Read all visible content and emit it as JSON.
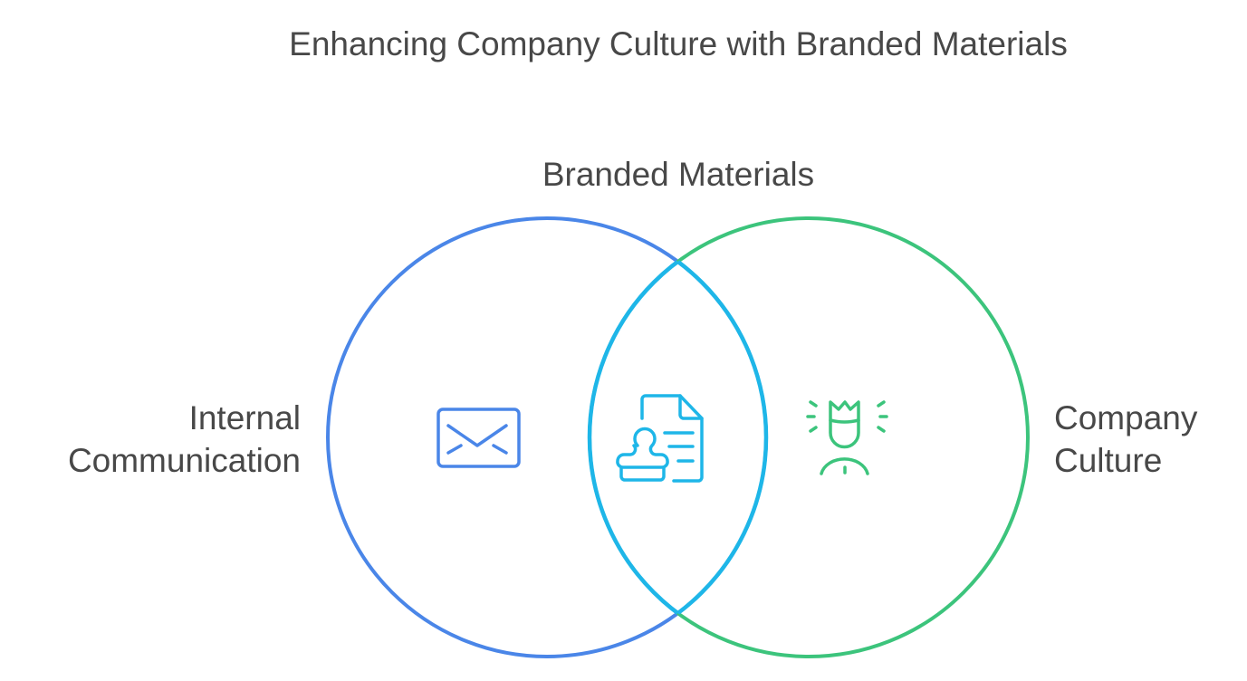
{
  "title": "Enhancing Company Culture with Branded Materials",
  "sets": {
    "left": {
      "label": "Internal\nCommunication",
      "icon": "envelope-icon",
      "color": "#4a86e8"
    },
    "intersection": {
      "label": "Branded Materials",
      "icon": "stamped-document-icon",
      "color": "#1eb6e8"
    },
    "right": {
      "label": "Company\nCulture",
      "icon": "crowned-person-icon",
      "color": "#3cc47c"
    }
  }
}
